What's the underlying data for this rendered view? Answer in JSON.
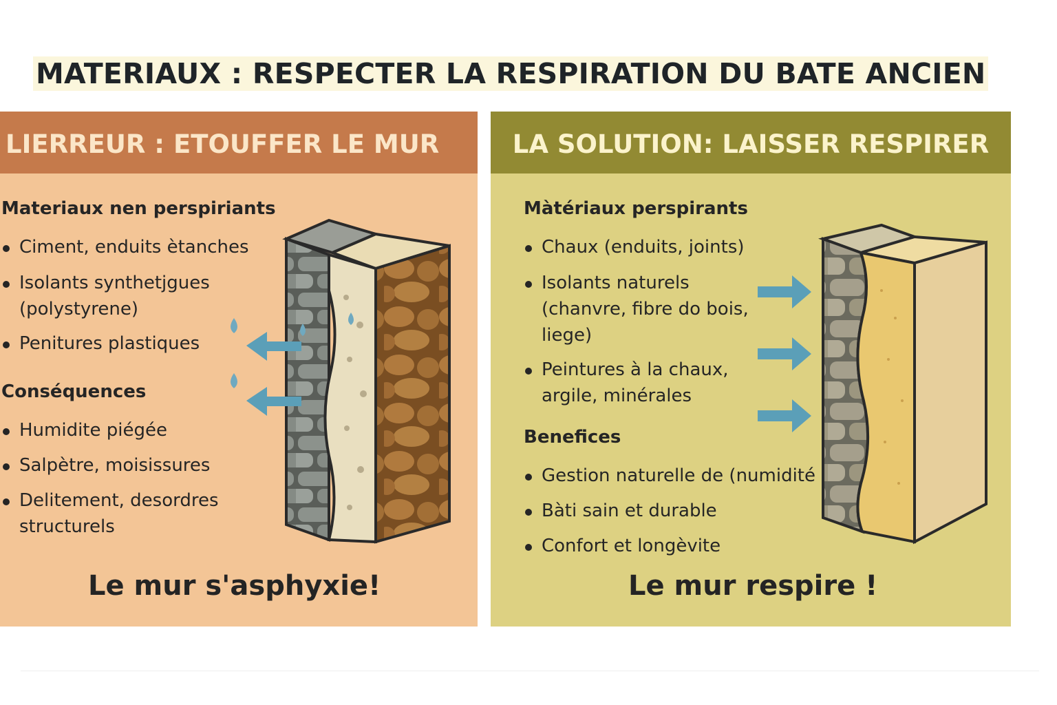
{
  "title": "MATERIAUX : RESPECTER LA RESPIRATION DU BATE ANCIEN",
  "left_panel": {
    "header": "LIERREUR :  ETOUFFER LE MUR",
    "materials": {
      "title": "Materiaux nen perspiriants",
      "items": [
        "Ciment, enduits ètanches",
        "Isolants synthetjgues\n(polystyrene)",
        "Penitures plastiques"
      ]
    },
    "consequences": {
      "title": "Conséquences",
      "items": [
        "Humidite piégée",
        "Salpètre, moisissures",
        "Delitement, desordres\nstructurels"
      ]
    },
    "tagline": "Le mur s'asphyxie!",
    "colors": {
      "header": "#c57a4b",
      "body": "#f3c596"
    },
    "illustration": "wall-cross-section-blocked-icon"
  },
  "right_panel": {
    "header": "LA SOLUTION: LAISSER RESPIRER",
    "materials": {
      "title": "Màtériaux perspirants",
      "items": [
        "Chaux (enduits, joints)",
        "Isolants naturels\n(chanvre, fibre do bois,\nliege)",
        "Peintures à la chaux,\nargile, minérales"
      ]
    },
    "benefits": {
      "title": "Benefices",
      "items": [
        "Gestion naturelle de (numidité",
        "Bàti sain et durable",
        "Confort et longèvite"
      ]
    },
    "tagline": "Le mur respire !",
    "colors": {
      "header": "#928a33",
      "body": "#ddd182"
    },
    "illustration": "wall-cross-section-breathing-icon"
  },
  "arrow_color": "#5b9fb8"
}
